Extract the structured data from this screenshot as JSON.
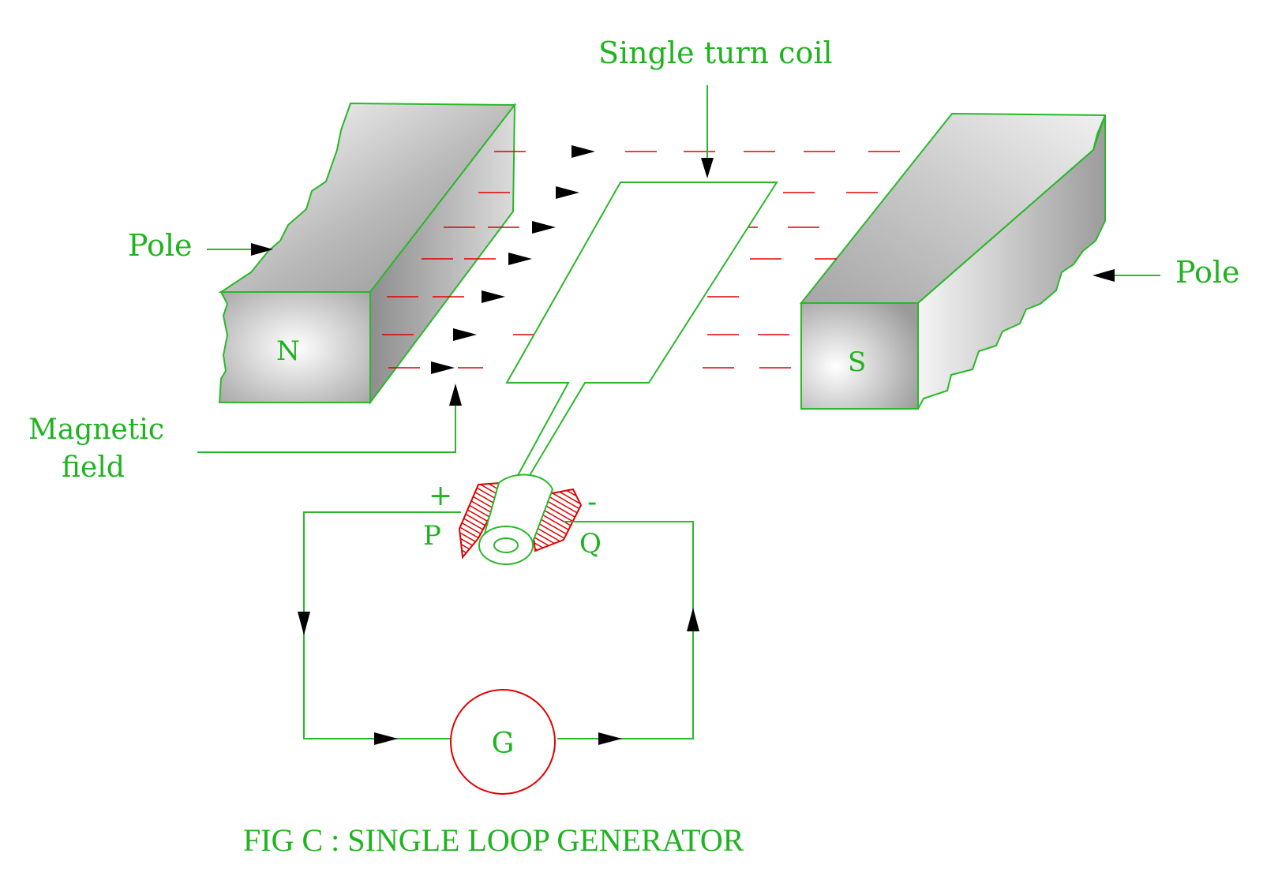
{
  "colors": {
    "outline": "#2ab82a",
    "label": "#1fb31f",
    "field": "#e00000",
    "arrow": "#000000",
    "brush": "#e00000"
  },
  "labels": {
    "coil": "Single turn coil",
    "pole_left": "Pole",
    "pole_right": "Pole",
    "north": "N",
    "south": "S",
    "magnetic_field_line1": "Magnetic",
    "magnetic_field_line2": "field",
    "plus": "+",
    "minus": "-",
    "brush_p": "P",
    "brush_q": "Q",
    "galvanometer": "G",
    "caption": "FIG C : SINGLE LOOP GENERATOR"
  }
}
